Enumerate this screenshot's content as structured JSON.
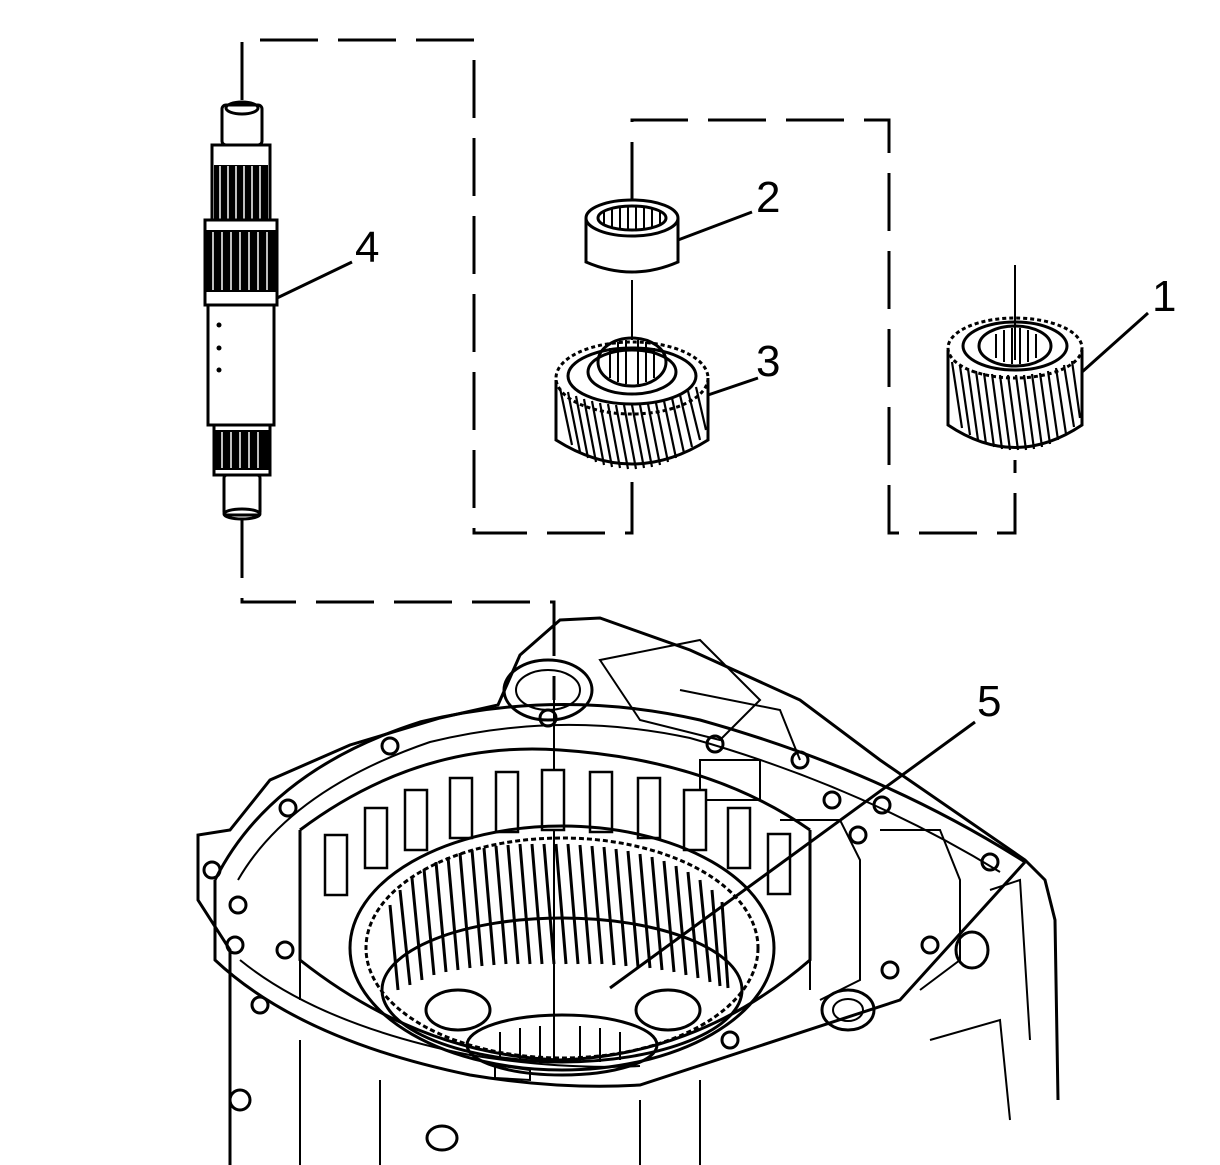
{
  "diagram": {
    "callouts": [
      {
        "id": "1",
        "label": "1"
      },
      {
        "id": "2",
        "label": "2"
      },
      {
        "id": "3",
        "label": "3"
      },
      {
        "id": "4",
        "label": "4"
      },
      {
        "id": "5",
        "label": "5"
      }
    ],
    "colors": {
      "line": "#000000",
      "background": "#ffffff"
    }
  }
}
